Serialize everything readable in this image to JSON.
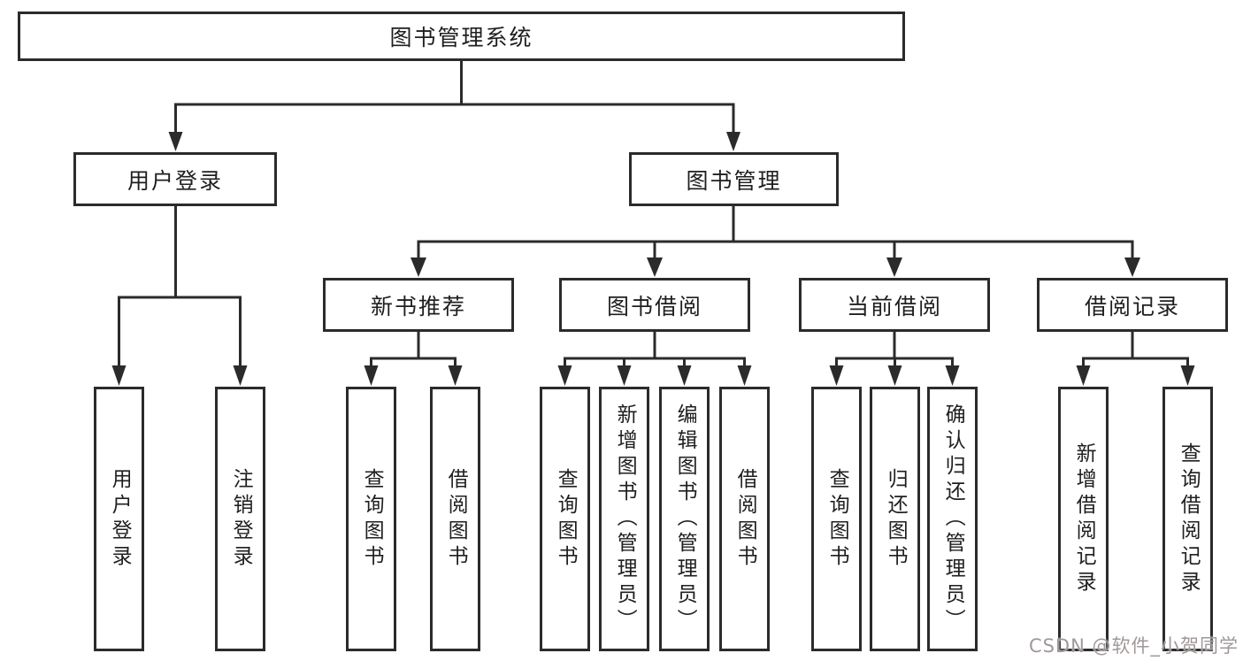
{
  "diagram": {
    "type": "tree",
    "root": {
      "label": "图书管理系统"
    },
    "branches": [
      {
        "label": "用户登录",
        "children": [
          {
            "label": "用户登录"
          },
          {
            "label": "注销登录"
          }
        ]
      },
      {
        "label": "图书管理",
        "children": [
          {
            "label": "新书推荐",
            "children": [
              {
                "label": "查询图书"
              },
              {
                "label": "借阅图书"
              }
            ]
          },
          {
            "label": "图书借阅",
            "children": [
              {
                "label": "查询图书"
              },
              {
                "label": "新增图书（管理员）"
              },
              {
                "label": "编辑图书（管理员）"
              },
              {
                "label": "借阅图书"
              }
            ]
          },
          {
            "label": "当前借阅",
            "children": [
              {
                "label": "查询图书"
              },
              {
                "label": "归还图书"
              },
              {
                "label": "确认归还（管理员）"
              }
            ]
          },
          {
            "label": "借阅记录",
            "children": [
              {
                "label": "新增借阅记录"
              },
              {
                "label": "查询借阅记录"
              }
            ]
          }
        ]
      }
    ]
  },
  "watermark": {
    "text": "CSDN @软件_小贺同学"
  },
  "colors": {
    "line": "#2b2b2b",
    "border": "#2b2b2b",
    "box_fill": "#ffffff",
    "text": "#1f1f1f",
    "watermark": "#a19898"
  }
}
